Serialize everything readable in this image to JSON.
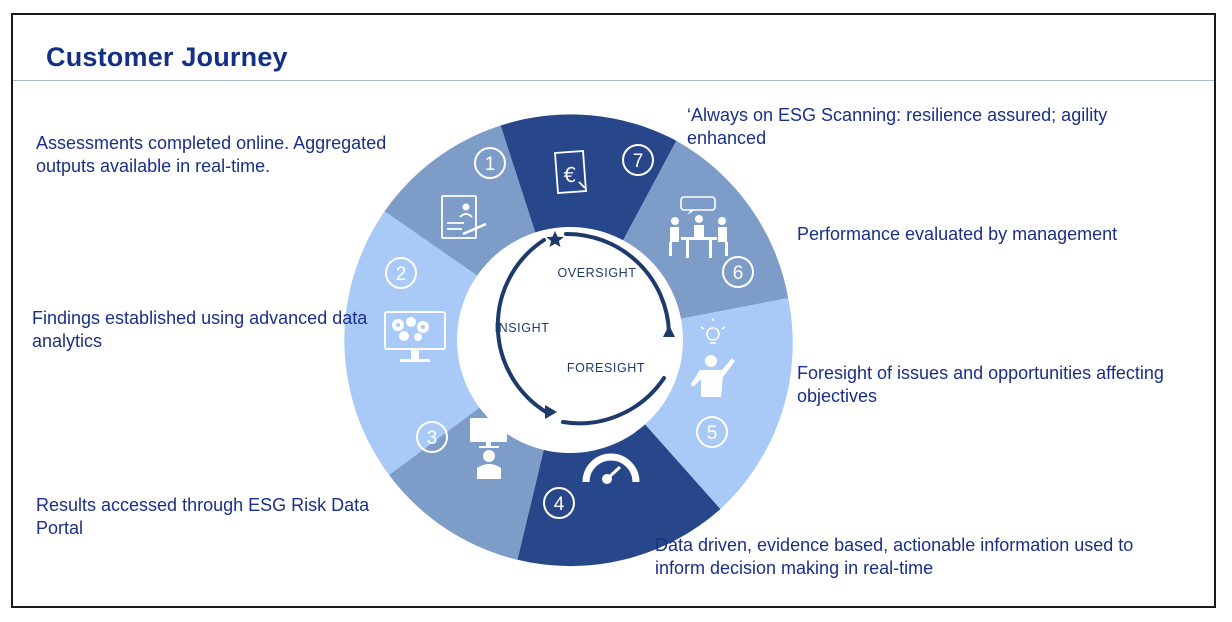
{
  "title": "Customer Journey",
  "colors": {
    "title": "#142f84",
    "text": "#1a2f88",
    "dark_blue": "#27478a",
    "mid_blue": "#7e9cc8",
    "light_blue": "#a9c9f6",
    "ring": "#1e3a6d"
  },
  "steps": [
    {
      "number": "1",
      "text": "Assessments completed online. Aggregated outputs available in real-time.",
      "icon": "document-icon"
    },
    {
      "number": "2",
      "text": "Findings established using advanced data analytics",
      "icon": "monitor-gears-icon"
    },
    {
      "number": "3",
      "text": "Results accessed through ESG Risk Data Portal",
      "icon": "user-at-computer-icon"
    },
    {
      "number": "4",
      "text": "Data driven, evidence based, actionable information used to inform decision making in real-time",
      "icon": "gauge-icon"
    },
    {
      "number": "5",
      "text": "Foresight of issues and opportunities affecting objectives",
      "icon": "person-lightbulb-icon"
    },
    {
      "number": "6",
      "text": "Performance evaluated by management",
      "icon": "meeting-icon"
    },
    {
      "number": "7",
      "text": "‘Always on ESG Scanning: resilience assured; agility enhanced",
      "icon": "euro-document-icon"
    }
  ],
  "cycle": {
    "oversight": "OVERSIGHT",
    "insight": "INSIGHT",
    "foresight": "FORESIGHT"
  }
}
